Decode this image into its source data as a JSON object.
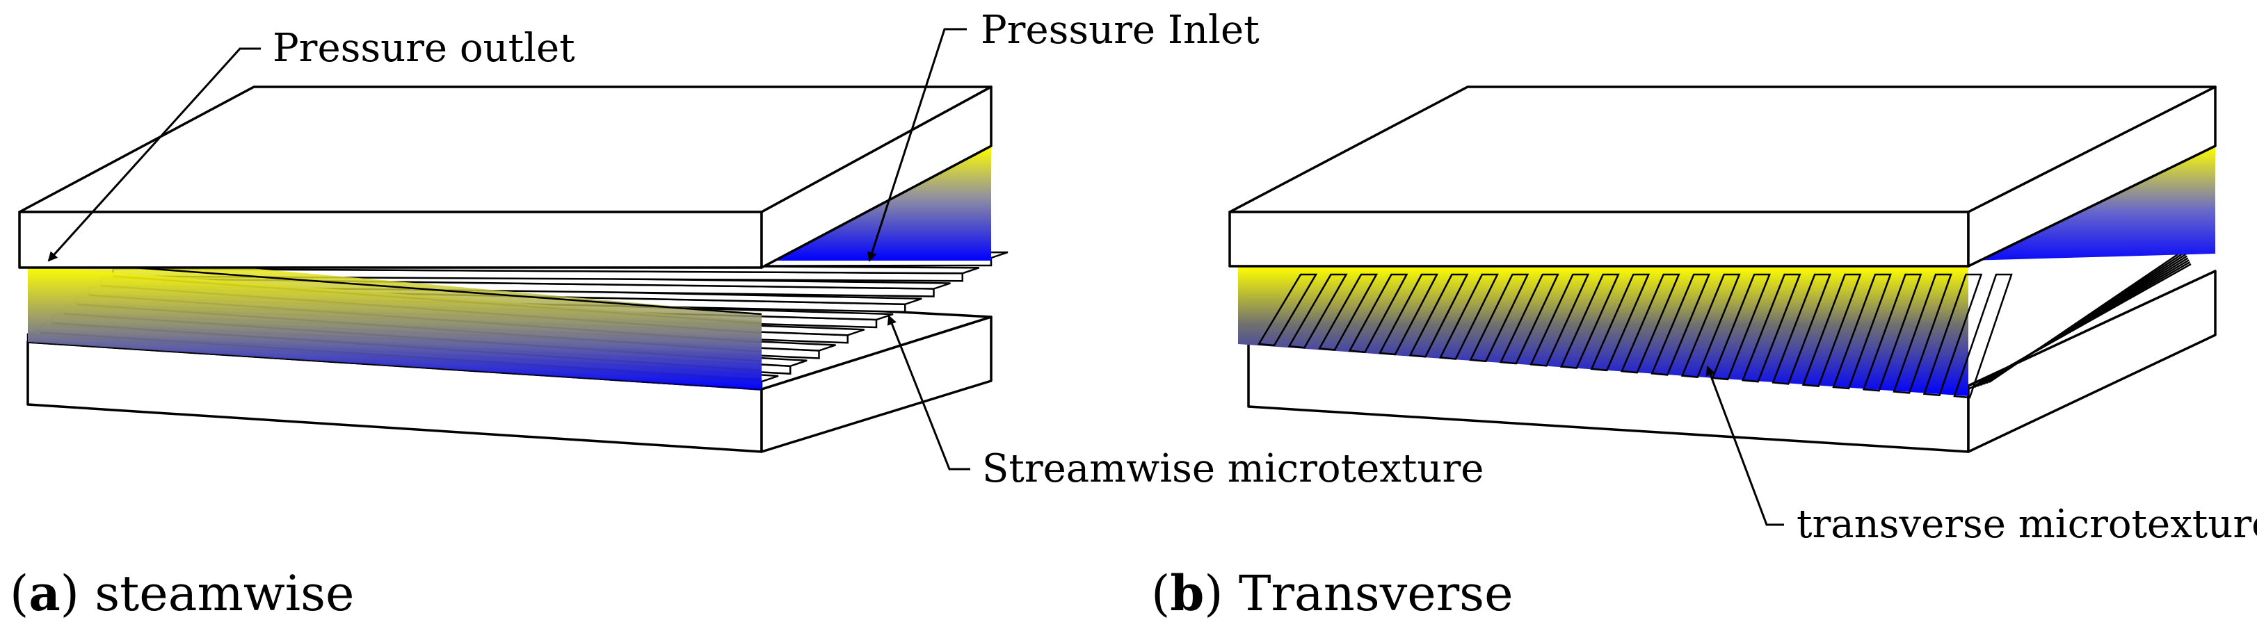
{
  "panel_a": {
    "callouts": {
      "outlet": "Pressure outlet",
      "inlet": "Pressure Inlet",
      "texture": "Streamwise microtexture"
    },
    "caption": {
      "letter": "a",
      "text": "steamwise"
    }
  },
  "panel_b": {
    "callouts": {
      "texture": "transverse microtexture"
    },
    "caption": {
      "letter": "b",
      "text": "Transverse"
    }
  },
  "colors": {
    "pressure_high": "#ffff00",
    "pressure_low": "#0000ff",
    "outline": "#000000",
    "background": "#ffffff"
  }
}
